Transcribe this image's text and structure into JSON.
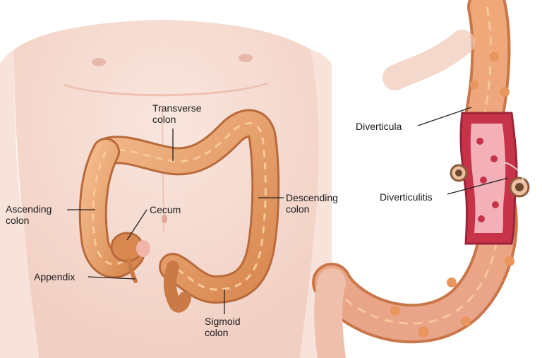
{
  "labels": {
    "transverse_colon": [
      "Transverse",
      "colon"
    ],
    "ascending_colon": [
      "Ascending",
      "colon"
    ],
    "cecum": "Cecum",
    "appendix": "Appendix",
    "descending_colon": [
      "Descending",
      "colon"
    ],
    "sigmoid_colon": [
      "Sigmoid",
      "colon"
    ],
    "diverticula": "Diverticula",
    "diverticulitis": "Diverticulitis"
  },
  "colors": {
    "skin": "#f6dcd2",
    "colon_fill": "#e7a06a",
    "colon_dark": "#b86a3c",
    "colon_highlight": "#f6c89c",
    "inflamed_wall": "#c7344a",
    "inflamed_inner": "#f3b0b8",
    "leader_line": "#222222"
  }
}
